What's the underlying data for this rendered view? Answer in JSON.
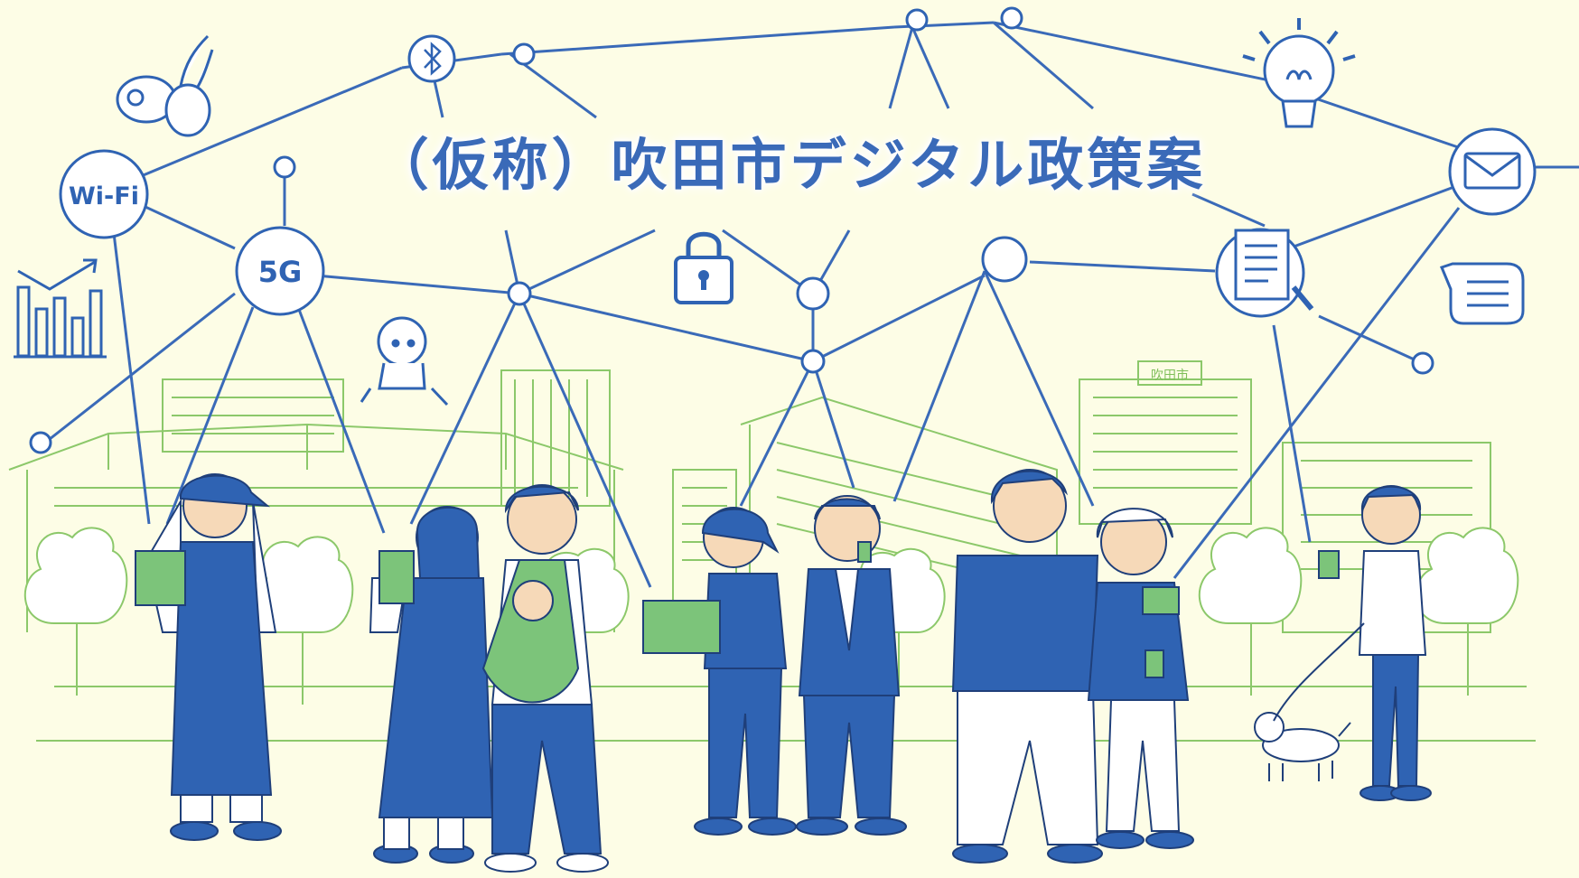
{
  "title": "（仮称）吹田市デジタル政策案",
  "icon_labels": {
    "wifi": "Wi-Fi",
    "fiveg": "5G"
  },
  "building_sign": "吹田市",
  "colors": {
    "background": "#fdfde6",
    "network_blue": "#2f63b3",
    "title_blue": "#3a6ab8",
    "building_green": "#8cc86a",
    "device_green": "#7cc47a",
    "skin": "#f6d9b8"
  },
  "icons": [
    "wifi-icon",
    "5g-icon",
    "bluetooth-icon",
    "lock-icon",
    "lightbulb-icon",
    "mail-icon",
    "document-search-icon",
    "chat-bubble-icon",
    "bar-chart-icon",
    "baby-icon",
    "earphones-icon",
    "dog-icon"
  ]
}
